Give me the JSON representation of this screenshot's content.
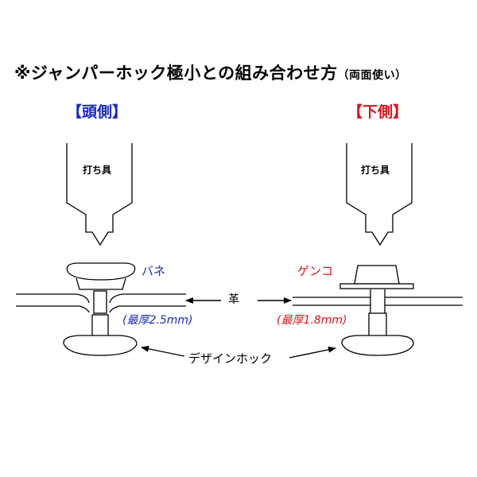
{
  "title": {
    "main": "※ジャンパーホック極小との組み合わせ方",
    "sub": "（両面使い）"
  },
  "head_side": {
    "label": "【頭側】",
    "color": "#1a2bc4"
  },
  "bottom_side": {
    "label": "【下側】",
    "color": "#e0141e"
  },
  "tool_label": "打ち具",
  "spring_label": "バネ",
  "gyenko_label": "ゲンコ",
  "leather_label": "革",
  "max_thickness_head": "(最厚2.5mm)",
  "max_thickness_bottom": "(最厚1.8mm)",
  "design_hook_label": "デザインホック",
  "colors": {
    "blue": "#1a2bc4",
    "red": "#e0141e",
    "line": "#000000"
  },
  "icons": {
    "arrow": "arrow-icon"
  }
}
